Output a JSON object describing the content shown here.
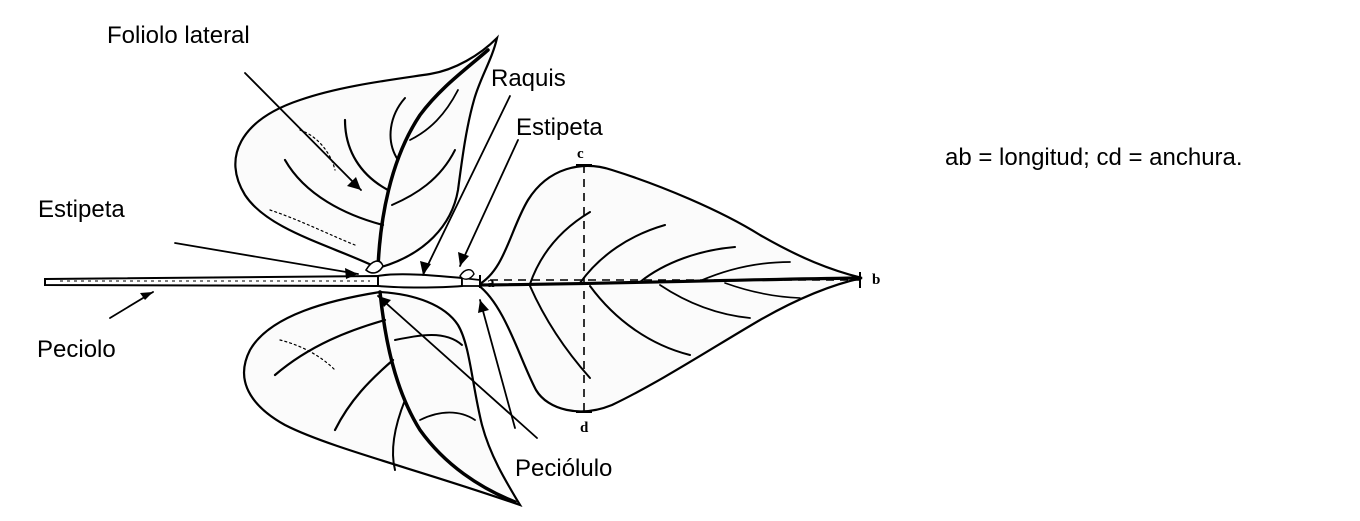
{
  "labels": {
    "foliolo_lateral": "Foliolo lateral",
    "raquis": "Raquis",
    "estipeta_right": "Estipeta",
    "estipeta_left": "Estipeta",
    "peciolo": "Peciolo",
    "peciolulo": "Peciólulo"
  },
  "measure_points": {
    "a": "a",
    "b": "b",
    "c": "c",
    "d": "d"
  },
  "legend": {
    "text": "ab = longitud; cd = anchura."
  },
  "colors": {
    "ink": "#000000",
    "background": "#ffffff",
    "leaf_fill": "#fbfbfb"
  }
}
